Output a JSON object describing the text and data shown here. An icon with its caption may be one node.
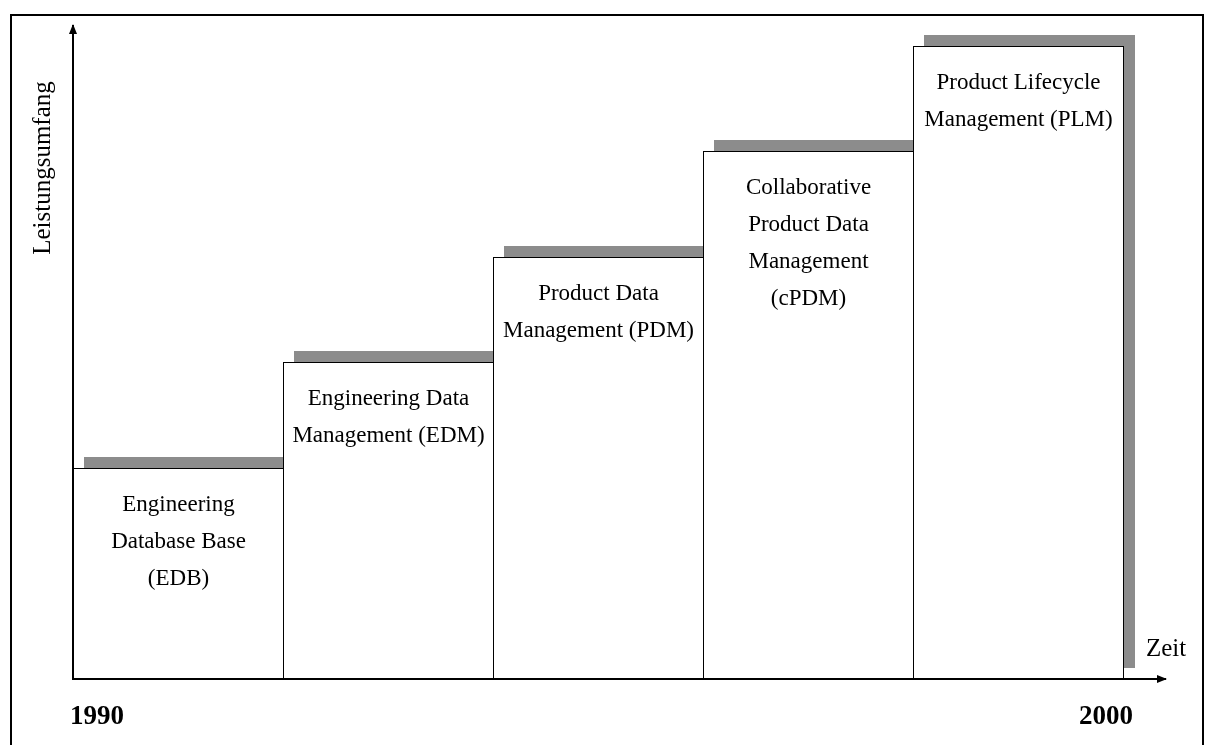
{
  "diagram": {
    "nodes": [
      {
        "text": [
          "Engineering Database Base (EDB)"
        ]
      },
      {
        "text": [
          "Engineering Data Management (EDM)"
        ]
      },
      {
        "text": [
          "Product Data Management (PDM)"
        ]
      },
      {
        "text": [
          "Collaborative Product Data Management (cPDM)"
        ]
      },
      {
        "text": [
          "Product Lifecycle Management (PLM)"
        ]
      }
    ],
    "labels": [
      "Leistungsumfang",
      "Zeit",
      "1990",
      "2000"
    ]
  }
}
